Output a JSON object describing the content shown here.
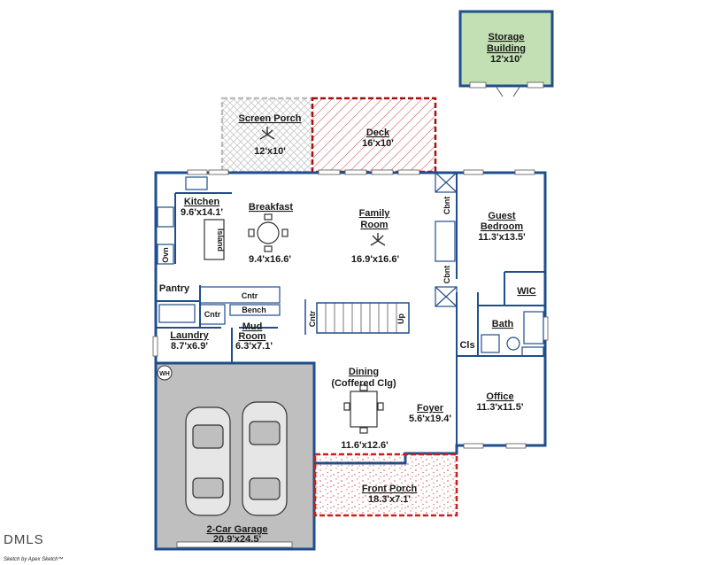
{
  "rooms": {
    "storage": {
      "name_line1": "Storage",
      "name_line2": "Building",
      "size": "12'x10'"
    },
    "screen_porch": {
      "name": "Screen Porch",
      "size": "12'x10'"
    },
    "deck": {
      "name": "Deck",
      "size": "16'x10'"
    },
    "kitchen": {
      "name": "Kitchen",
      "size": "9.6'x14.1'"
    },
    "breakfast": {
      "name": "Breakfast",
      "size": "9.4'x16.6'"
    },
    "family": {
      "name_line1": "Family",
      "name_line2": "Room",
      "size": "16.9'x16.6'"
    },
    "guest": {
      "name_line1": "Guest",
      "name_line2": "Bedroom",
      "size": "11.3'x13.5'"
    },
    "wic": {
      "name": "WIC"
    },
    "bath": {
      "name": "Bath"
    },
    "cls": {
      "name": "Cls"
    },
    "pantry": {
      "name": "Pantry"
    },
    "laundry": {
      "name": "Laundry",
      "size": "8.7'x6.9'"
    },
    "mudroom": {
      "name_line1": "Mud",
      "name_line2": "Room",
      "size": "6.3'x7.1'"
    },
    "dining": {
      "name_line1": "Dining",
      "name_line2": "(Coffered Clg)",
      "size": "11.6'x12.6'"
    },
    "foyer": {
      "name": "Foyer",
      "size": "5.6'x19.4'"
    },
    "office": {
      "name": "Office",
      "size": "11.3'x11.5'"
    },
    "front_porch": {
      "name": "Front Porch",
      "size": "18.3'x7.1'"
    },
    "garage": {
      "name": "2-Car Garage",
      "size": "20.9'x24.5'"
    }
  },
  "fixtures": {
    "island": "Island",
    "oven": "Ovn",
    "counter1": "Cntr",
    "counter2": "Cntr",
    "counter3": "Cntr",
    "bench": "Bench",
    "cabinet1": "Cbnt",
    "cabinet2": "Cbnt",
    "stairs": "Up",
    "water_heater": "WH"
  },
  "watermark": "DMLS",
  "credit": "Sketch by Apex Sketch™",
  "colors": {
    "wall": "#1f4e8c",
    "storage_fill": "#c2e0b4",
    "garage_fill": "#bfbfbf",
    "deck_hatch": "#d33b3b",
    "porch_dash": "#cc1f1f"
  }
}
